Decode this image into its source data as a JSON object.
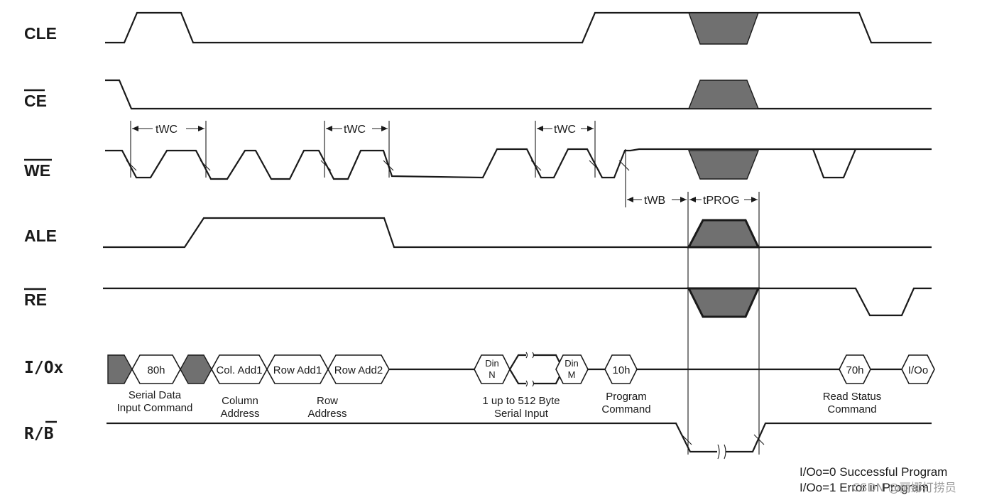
{
  "signals": {
    "cle": "CLE",
    "ce": "CE",
    "we": "WE",
    "ale": "ALE",
    "re": "RE",
    "io": "I/Ox",
    "rb_r": "R/",
    "rb_b": "B"
  },
  "timing": {
    "twc": "tWC",
    "twb": "tWB",
    "tprog": "tPROG"
  },
  "io_cells": {
    "cmd80": "80h",
    "col_add1": "Col. Add1",
    "row_add1": "Row Add1",
    "row_add2": "Row Add2",
    "din_n_1": "Din",
    "din_n_2": "N",
    "din_m_1": "Din",
    "din_m_2": "M",
    "cmd10": "10h",
    "cmd70": "70h",
    "io0": "I/Oo"
  },
  "captions": {
    "serial_data_1": "Serial Data",
    "serial_data_2": "Input Command",
    "column_1": "Column",
    "column_2": "Address",
    "row_1": "Row",
    "row_2": "Address",
    "serial_input_1": "1 up to 512 Byte",
    "serial_input_2": "Serial Input",
    "program_1": "Program",
    "program_2": "Command",
    "read_status_1": "Read Status",
    "read_status_2": "Command"
  },
  "footnote": {
    "line1": "I/Oo=0 Successful Program",
    "line2": "I/Oo=1 Error in Program"
  },
  "watermark": "CSDN @丽娜打捞员",
  "colors": {
    "line": "#1a1a1a",
    "shade": "#707070",
    "background": "#ffffff"
  }
}
